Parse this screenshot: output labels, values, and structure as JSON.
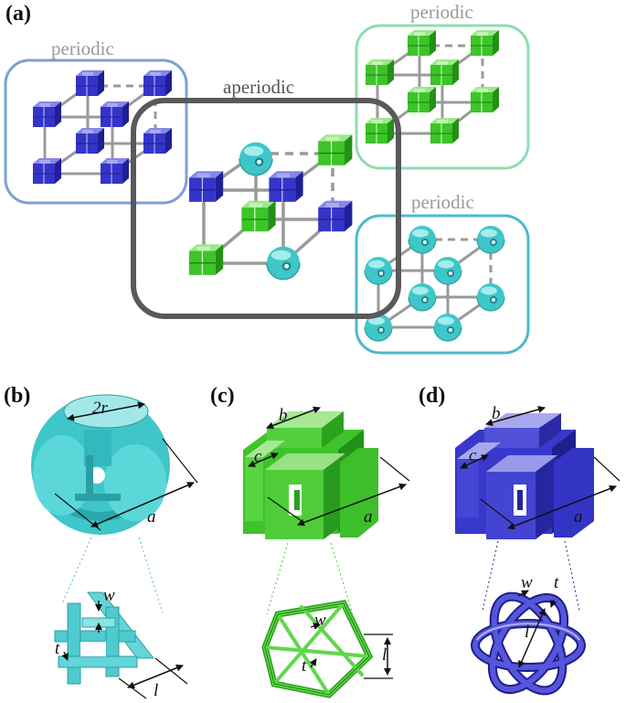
{
  "panels": {
    "a": "(a)",
    "b": "(b)",
    "c": "(c)",
    "d": "(d)"
  },
  "groups": {
    "periodic_blue": "periodic",
    "aperiodic": "aperiodic",
    "periodic_green": "periodic",
    "periodic_cyan": "periodic"
  },
  "dims": {
    "b_2r": "2r",
    "b_a": "a",
    "b_w": "w",
    "b_t": "t",
    "b_l": "l",
    "c_b": "b",
    "c_c": "c",
    "c_a": "a",
    "c_w": "w",
    "c_t": "t",
    "c_l": "l",
    "d_b": "b",
    "d_c": "c",
    "d_a": "a",
    "d_w": "w",
    "d_t": "t",
    "d_l": "l"
  },
  "colors": {
    "blue_frame": "#7d9fd6",
    "aperiodic_frame": "#595959",
    "green_frame": "#8fdcb0",
    "cyan_frame": "#4db9cc",
    "blue_cell": "#3a3ad0",
    "green_cell": "#3fcc2a",
    "cyan_cell": "#3cc7c9",
    "strut": "#9a9a9a",
    "label_gray": "#999999",
    "label_dark": "#555555"
  }
}
